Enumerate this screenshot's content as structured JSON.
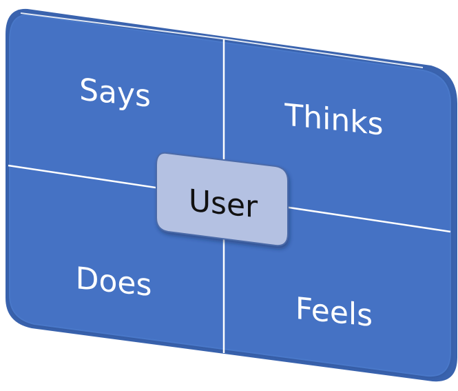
{
  "diagram": {
    "quadrants": {
      "top_left": "Says",
      "top_right": "Thinks",
      "bottom_left": "Does",
      "bottom_right": "Feels"
    },
    "center": "User"
  },
  "colors": {
    "panel_fill": "#4472c4",
    "panel_edge": "#3860ad",
    "divider": "#ffffff",
    "center_fill": "#b4c1e2",
    "center_stroke": "#4b6aa8",
    "center_text": "#111111",
    "quadrant_text": "#ffffff"
  }
}
